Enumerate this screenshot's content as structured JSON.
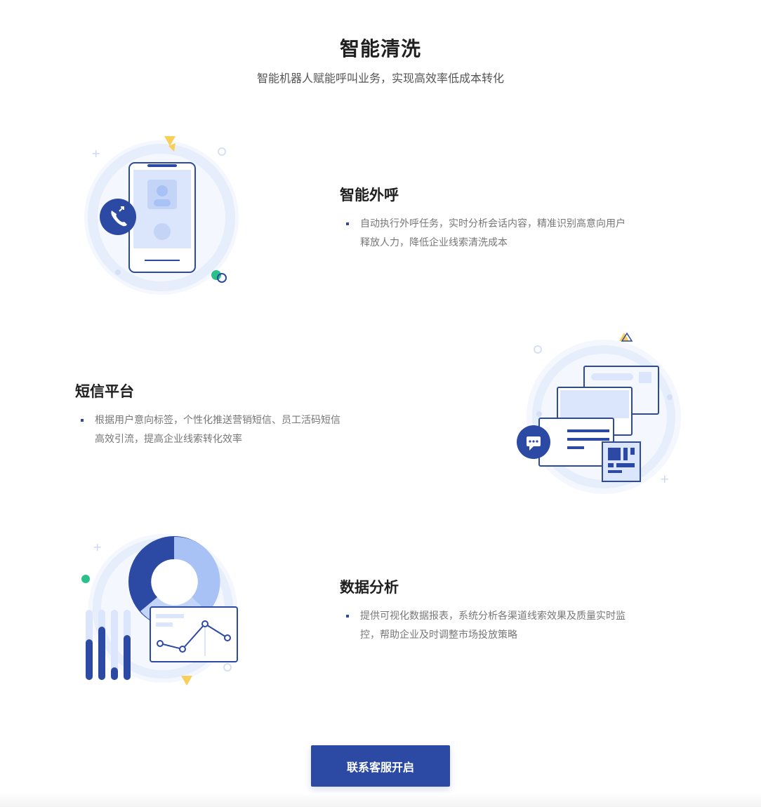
{
  "header": {
    "title": "智能清洗",
    "subtitle": "智能机器人赋能呼叫业务，实现高效率低成本转化"
  },
  "features": [
    {
      "title": "智能外呼",
      "desc_lines": [
        "自动执行外呼任务，实时分析会话内容，精准识别高意向用户",
        "释放人力，降低企业线索清洗成本"
      ],
      "icon": "phone-call-icon"
    },
    {
      "title": "短信平台",
      "desc_lines": [
        "根据用户意向标签，个性化推送营销短信、员工活码短信",
        "高效引流，提高企业线索转化效率"
      ],
      "icon": "message-icon"
    },
    {
      "title": "数据分析",
      "desc_lines": [
        "提供可视化数据报表，系统分析各渠道线索效果及质量实时监",
        "控，帮助企业及时调整市场投放策略"
      ],
      "icon": "chart-icon"
    }
  ],
  "cta": {
    "label": "联系客服开启"
  },
  "colors": {
    "brand": "#2c4aa3",
    "light_blue": "#dbe5fb",
    "mid_blue": "#a9c2f5",
    "accent_yellow": "#f9cf5a",
    "accent_green": "#2bbf8a"
  }
}
